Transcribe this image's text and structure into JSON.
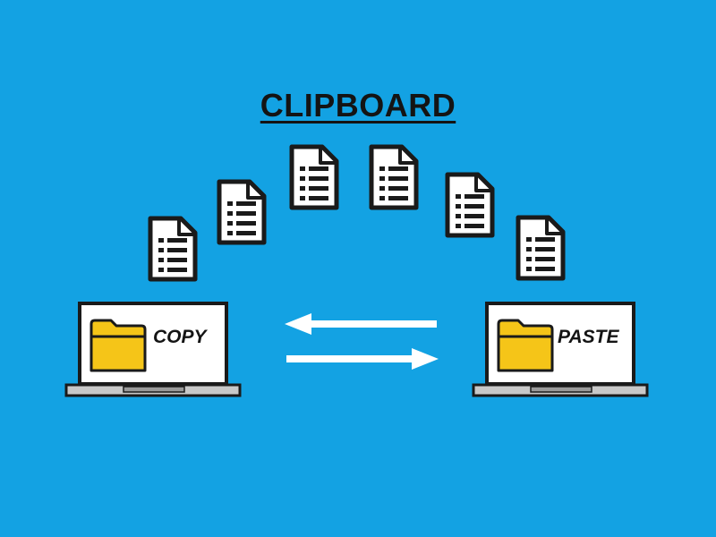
{
  "title": "CLIPBOARD",
  "colors": {
    "background": "#13a2e3",
    "folder": "#f5c518",
    "outline": "#1a1a1a",
    "arrow": "#ffffff"
  },
  "left_laptop": {
    "label": "COPY",
    "icon": "folder-icon"
  },
  "right_laptop": {
    "label": "PASTE",
    "icon": "folder-icon"
  },
  "documents": {
    "icon": "document-icon",
    "count": 6
  },
  "arrows": [
    {
      "direction": "left",
      "icon": "arrow-left-icon"
    },
    {
      "direction": "right",
      "icon": "arrow-right-icon"
    }
  ]
}
